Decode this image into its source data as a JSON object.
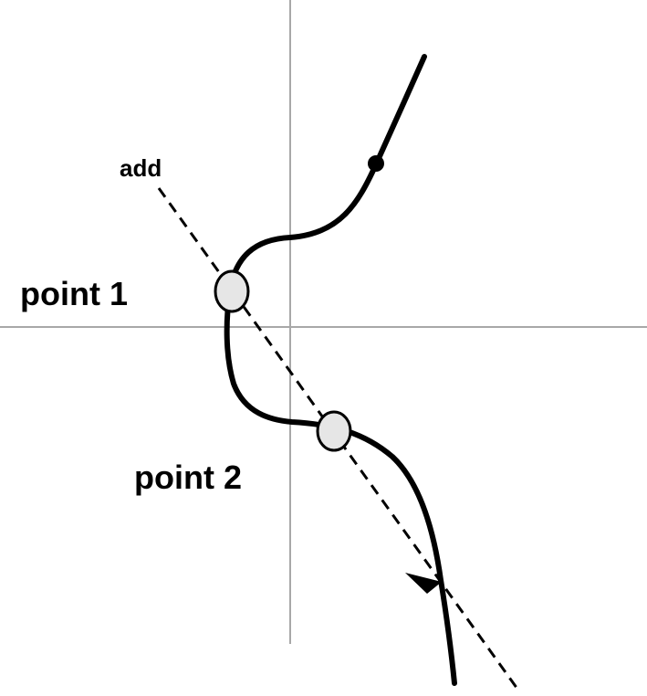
{
  "labels": {
    "line": "add",
    "point1": "point 1",
    "point2": "point 2"
  },
  "colors": {
    "background": "#ffffff",
    "axis": "#a8a8a8",
    "curve": "#000000",
    "marker_fill": "#e6e6e6",
    "marker_stroke": "#000000"
  }
}
